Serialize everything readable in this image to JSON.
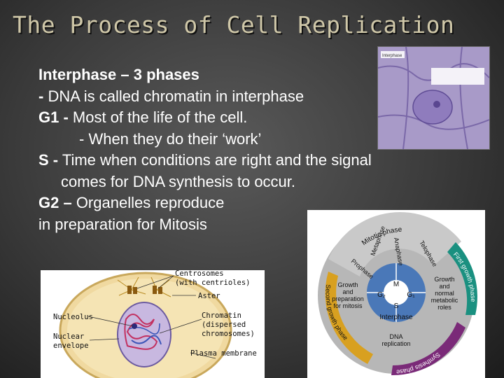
{
  "slide": {
    "title": "The Process of Cell Replication",
    "lines": [
      {
        "bold": "Interphase – 3 phases",
        "text": ""
      },
      {
        "bold": "-",
        "text": " DNA is called chromatin in interphase"
      },
      {
        "bold": "G1 -",
        "text": " Most of the life of the cell."
      },
      {
        "bold": "",
        "text": "- When they do their ‘work’"
      },
      {
        "bold": "S -",
        "text": " Time when conditions are right and the signal"
      },
      {
        "bold": "",
        "text": "comes for DNA synthesis to occur."
      },
      {
        "bold": "G2 –",
        "text": " Organelles reproduce"
      },
      {
        "bold": "",
        "text": "in preparation for Mitosis"
      }
    ]
  },
  "micrograph": {
    "label": "Interphase"
  },
  "cell_diagram": {
    "centrosomes": "Centrosomes",
    "centrosomes_sub": "(with centrioles)",
    "aster": "Aster",
    "nucleolus": "Nucleolus",
    "nuclear": "Nuclear",
    "envelope": "envelope",
    "chromatin": "Chromatin",
    "chromatin_sub1": "(dispersed",
    "chromatin_sub2": "chromosomes)",
    "plasma": "Plasma membrane"
  },
  "cell_cycle": {
    "mitotic_phase": "Mitotic phase",
    "metaphase": "Metaphase",
    "anaphase": "Anaphase",
    "telophase": "Telophase",
    "prophase": "Prophase",
    "first_growth": "First growth phase",
    "second_growth": "Second growth phase",
    "synthesis": "Synthesis phase",
    "m": "M",
    "g2": "G₂",
    "g1": "G₁",
    "s": "S",
    "interphase": "Interphase",
    "growth_left": [
      "Growth",
      "and",
      "preparation",
      "for mitosis"
    ],
    "growth_right": [
      "Growth",
      "and",
      "normal",
      "metabolic",
      "roles"
    ],
    "dna_rep": [
      "DNA",
      "replication"
    ]
  }
}
